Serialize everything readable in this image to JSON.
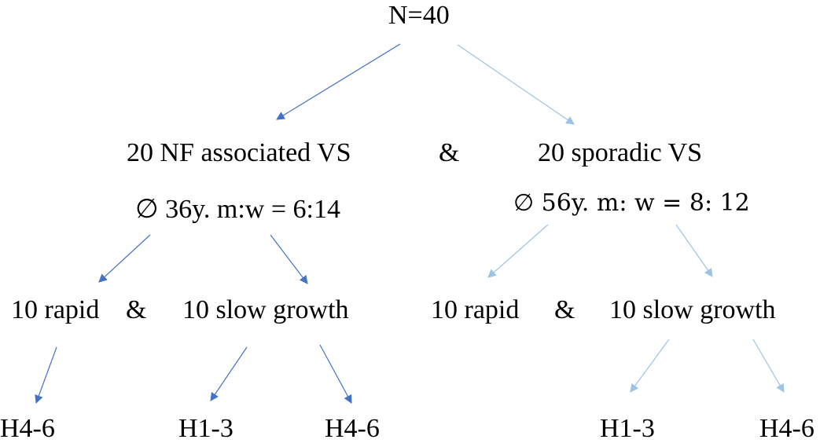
{
  "diagram": {
    "root": {
      "label": "N=40"
    },
    "groups": [
      {
        "title": "20 NF associated VS",
        "stats": "∅ 36y. m:w = 6:14"
      },
      {
        "title": "20 sporadic VS",
        "stats": "∅ 56y. m: w = 8: 12"
      }
    ],
    "group_connector": "&",
    "subgroups": [
      {
        "label": "10 rapid"
      },
      {
        "label": "10 slow growth"
      },
      {
        "label": "10 rapid"
      },
      {
        "label": "10 slow growth"
      }
    ],
    "subgroup_connectors": [
      "&",
      "&"
    ],
    "leaves": [
      {
        "label": "H4-6"
      },
      {
        "label": "H1-3"
      },
      {
        "label": "H4-6"
      },
      {
        "label": "H1-3"
      },
      {
        "label": "H4-6"
      }
    ],
    "colors": {
      "arrow_dark": "#4472c4",
      "arrow_light": "#9dc3e6",
      "text": "#000000"
    }
  }
}
